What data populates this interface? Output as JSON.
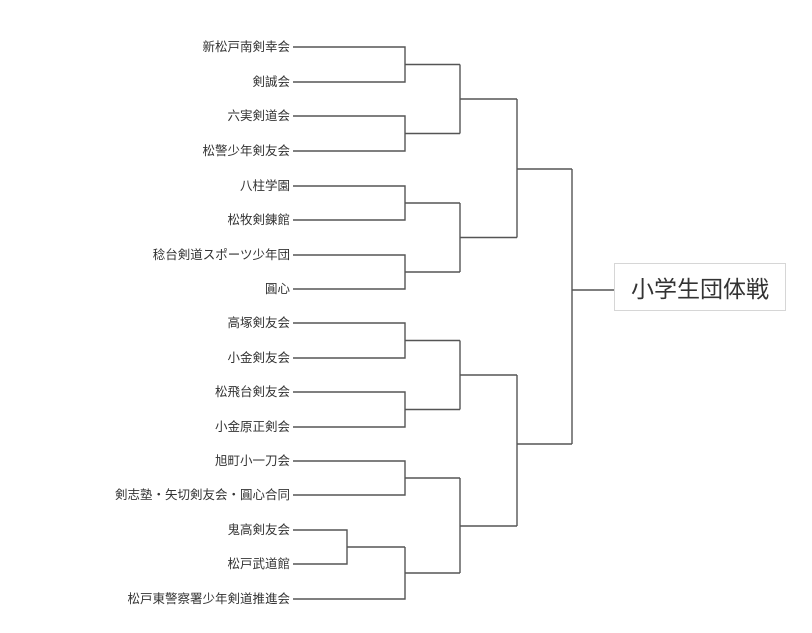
{
  "title": "小学生団体戦",
  "teams": [
    "新松戸南剣幸会",
    "剣誠会",
    "六実剣道会",
    "松警少年剣友会",
    "八柱学園",
    "松牧剣錬館",
    "稔台剣道スポーツ少年団",
    "圓心",
    "高塚剣友会",
    "小金剣友会",
    "松飛台剣友会",
    "小金原正剣会",
    "旭町小一刀会",
    "剣志塾・矢切剣友会・圓心合同",
    "鬼高剣友会",
    "松戸武道館",
    "松戸東警察署少年剣道推進会"
  ]
}
